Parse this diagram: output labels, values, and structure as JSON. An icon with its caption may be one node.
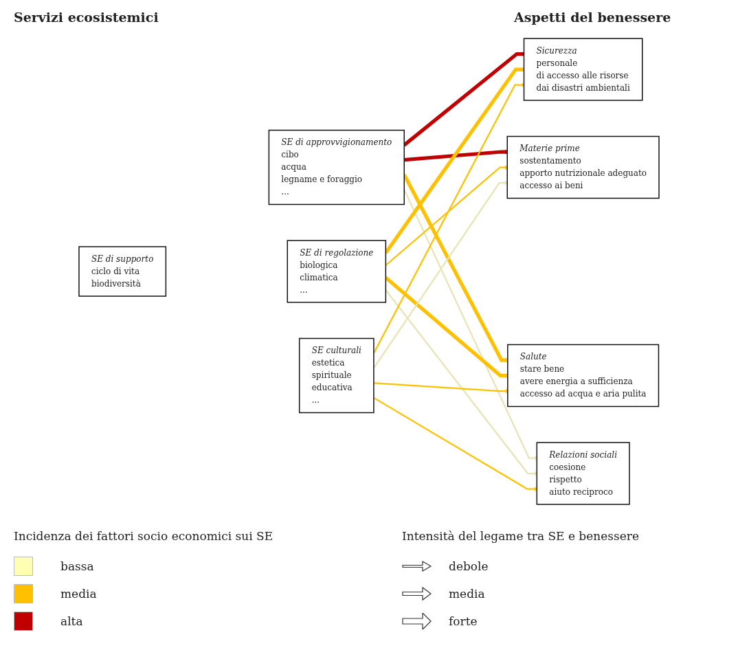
{
  "diagram": {
    "nodes": [
      {
        "text": [
          "SE di supporto",
          "ciclo di vita",
          "biodiversità"
        ]
      },
      {
        "text": [
          "SE di approvvigionamento",
          "cibo",
          "acqua",
          "legname e foraggio",
          "..."
        ]
      },
      {
        "text": [
          "SE di regolazione",
          "biologica",
          "climatica",
          "..."
        ]
      },
      {
        "text": [
          "SE culturali",
          "estetica",
          "spirituale",
          "educativa",
          "..."
        ]
      },
      {
        "text": [
          "Sicurezza",
          "personale",
          "di accesso alle risorse",
          "dai disastri ambientali"
        ]
      },
      {
        "text": [
          "Materie prime",
          "sostentamento",
          "apporto nutrizionale adeguato",
          "accesso ai beni"
        ]
      },
      {
        "text": [
          "Salute",
          "stare bene",
          "avere energia a sufficienza",
          "accesso ad acqua e aria pulita"
        ]
      },
      {
        "text": [
          "Relazioni sociali",
          "coesione",
          "rispetto",
          "aiuto reciproco"
        ]
      }
    ],
    "edges": [
      {
        "from": 1,
        "to": 4,
        "arrow": "to",
        "style": "thick",
        "color": "#c00000"
      },
      {
        "from": 1,
        "to": 5,
        "arrow": "to",
        "style": "thick",
        "color": "#c00000"
      },
      {
        "from": 1,
        "to": 6,
        "arrow": "to",
        "style": "thick"
      },
      {
        "from": 1,
        "to": 7,
        "arrow": "to",
        "color": "#e6e4b4"
      },
      {
        "from": 2,
        "to": 4,
        "arrow": "to",
        "style": "thick"
      },
      {
        "from": 2,
        "to": 5,
        "arrow": "to"
      },
      {
        "from": 2,
        "to": 6,
        "arrow": "to",
        "style": "thick"
      },
      {
        "from": 2,
        "to": 7,
        "arrow": "to",
        "color": "#e6e4b4"
      },
      {
        "from": 3,
        "to": 4,
        "arrow": "to"
      },
      {
        "from": 3,
        "to": 5,
        "arrow": "to",
        "color": "#e6e4b4"
      },
      {
        "from": 3,
        "to": 6,
        "arrow": "to"
      },
      {
        "from": 3,
        "to": 7,
        "arrow": "to"
      }
    ],
    "labels": [
      "Servizi ecosistemici",
      "Aspetti del benessere",
      "Incidenza dei fattori socio economici sui SE",
      "Intensità del legame tra SE e benessere"
    ],
    "legend": [
      {
        "text": "bassa",
        "color": "#ffffb3"
      },
      {
        "text": "media",
        "color": "#ffc000"
      },
      {
        "text": "alta",
        "color": "#c00000"
      },
      {
        "text": "debole"
      },
      {
        "text": "media"
      },
      {
        "text": "forte"
      }
    ]
  }
}
